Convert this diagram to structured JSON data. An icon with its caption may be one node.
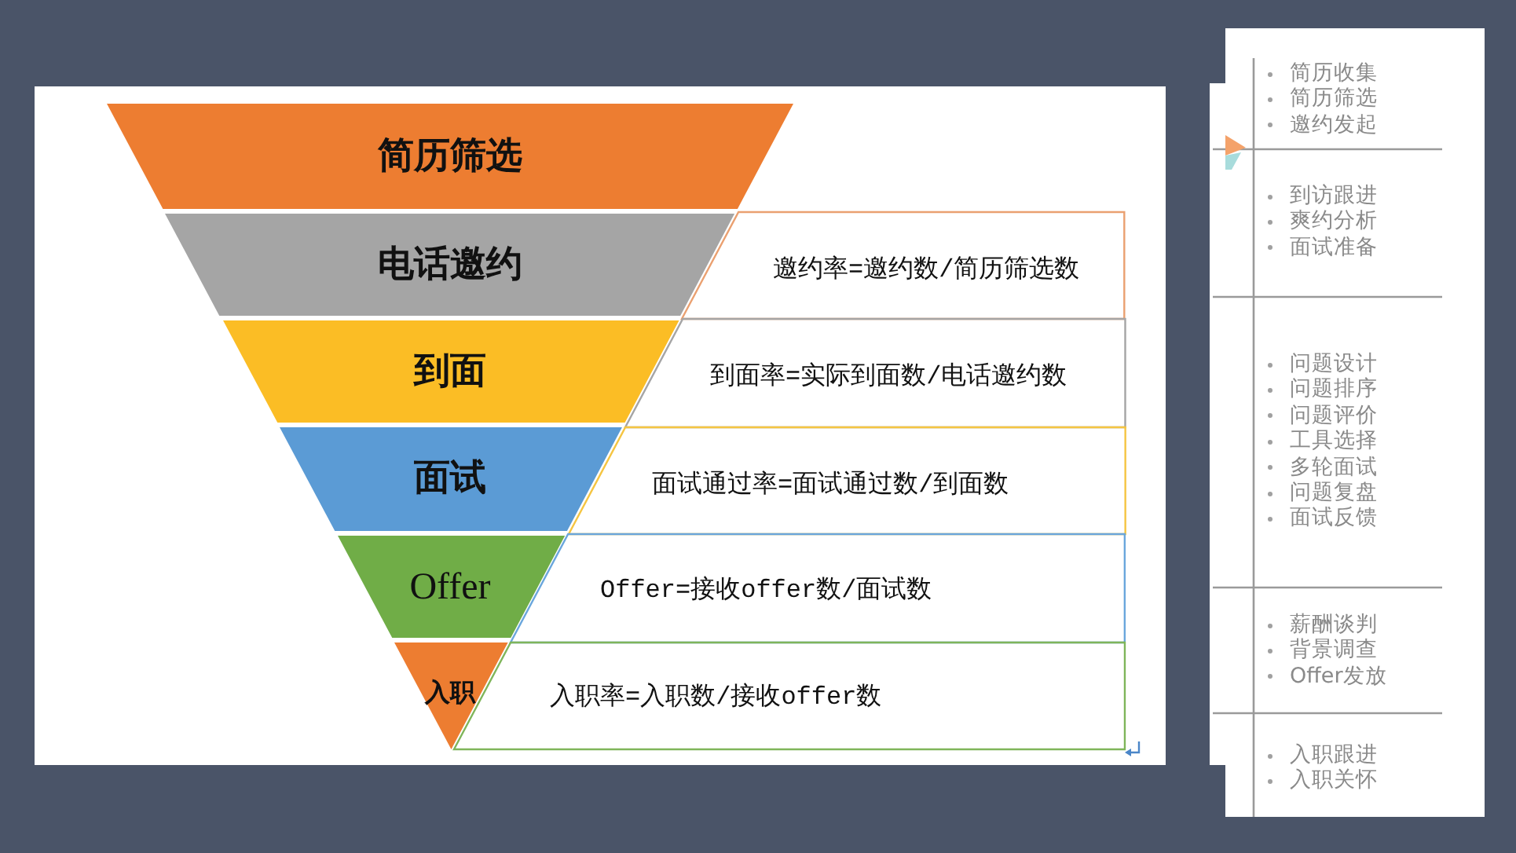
{
  "diagram": {
    "nodes": [
      {
        "text": [
          "简历筛选"
        ]
      },
      {
        "text": [
          "电话邀约"
        ]
      },
      {
        "text": [
          "到面"
        ]
      },
      {
        "text": [
          "面试"
        ]
      },
      {
        "text": [
          "Offer"
        ]
      },
      {
        "text": [
          "入职"
        ]
      },
      {
        "text": [
          "邀约率=邀约数/简历筛选数"
        ]
      },
      {
        "text": [
          "到面率=实际到面数/电话邀约数"
        ]
      },
      {
        "text": [
          "面试通过率=面试通过数/到面数"
        ]
      },
      {
        "text": [
          "Offer=接收offer数/面试数"
        ]
      },
      {
        "text": [
          "入职率=入职数/接收offer数"
        ]
      }
    ],
    "labels": [
      "简历收集",
      "简历筛选",
      "邀约发起",
      "到访跟进",
      "爽约分析",
      "面试准备",
      "问题设计",
      "问题排序",
      "问题评价",
      "工具选择",
      "多轮面试",
      "问题复盘",
      "面试反馈",
      "薪酬谈判",
      "背景调查",
      "Offer发放",
      "入职跟进",
      "入职关怀"
    ]
  }
}
